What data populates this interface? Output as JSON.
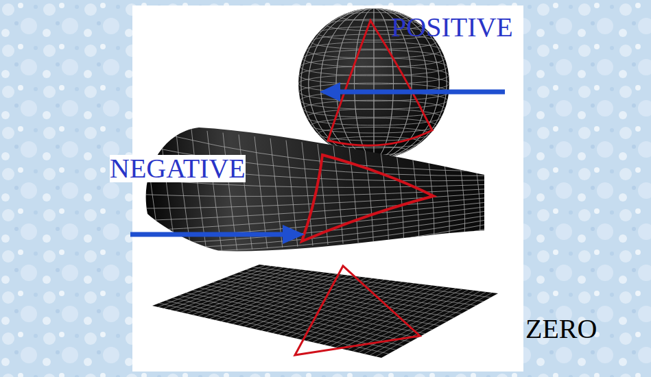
{
  "diagram": {
    "labels": [
      "POSITIVE",
      "NEGATIVE",
      "ZERO"
    ]
  }
}
